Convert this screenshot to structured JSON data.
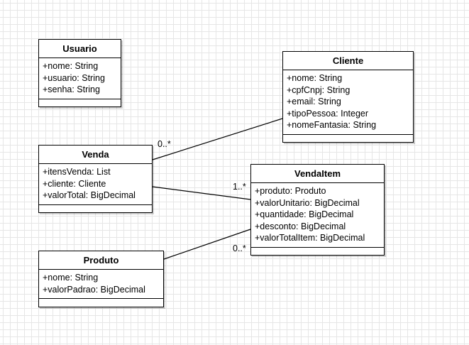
{
  "classes": {
    "usuario": {
      "name": "Usuario",
      "attributes": [
        "+nome: String",
        "+usuario: String",
        "+senha: String"
      ]
    },
    "cliente": {
      "name": "Cliente",
      "attributes": [
        "+nome: String",
        "+cpfCnpj: String",
        "+email: String",
        "+tipoPessoa: Integer",
        "+nomeFantasia: String"
      ]
    },
    "venda": {
      "name": "Venda",
      "attributes": [
        "+itensVenda: List",
        "+cliente: Cliente",
        "+valorTotal: BigDecimal"
      ]
    },
    "vendaitem": {
      "name": "VendaItem",
      "attributes": [
        "+produto: Produto",
        "+valorUnitario: BigDecimal",
        "+quantidade: BigDecimal",
        "+desconto: BigDecimal",
        "+valorTotalItem: BigDecimal"
      ]
    },
    "produto": {
      "name": "Produto",
      "attributes": [
        "+nome: String",
        "+valorPadrao: BigDecimal"
      ]
    }
  },
  "associations": [
    {
      "from": "Venda",
      "to": "Cliente",
      "multiplicity": "0..*"
    },
    {
      "from": "Venda",
      "to": "VendaItem",
      "multiplicity": "1..*"
    },
    {
      "from": "Produto",
      "to": "VendaItem",
      "multiplicity": "0..*"
    }
  ]
}
